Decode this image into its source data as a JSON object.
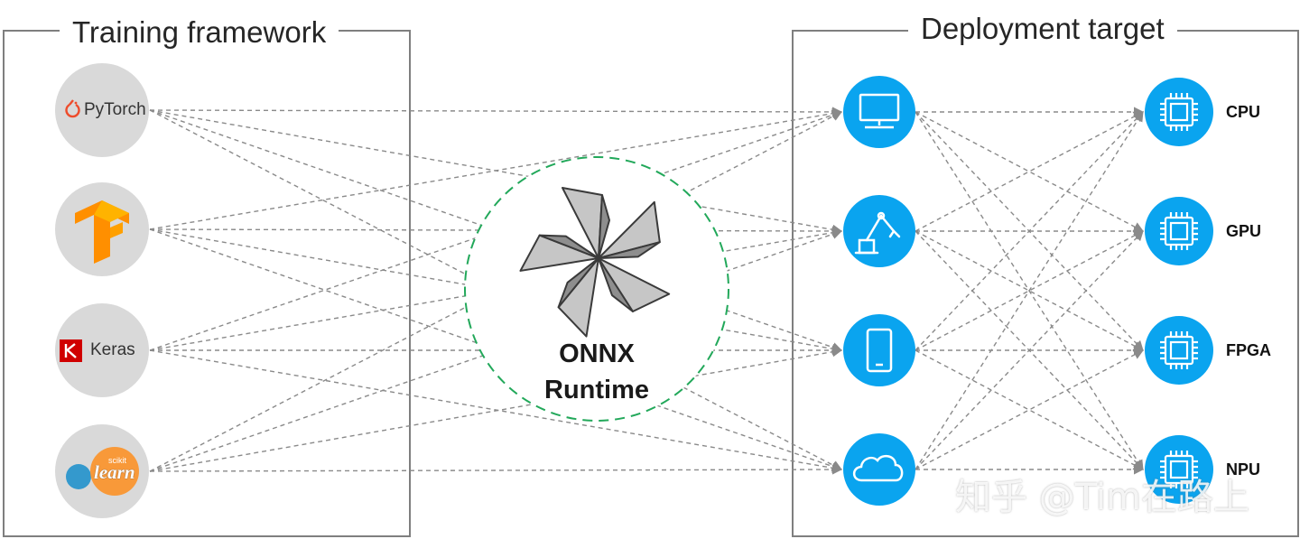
{
  "training": {
    "title": "Training framework",
    "frameworks": [
      {
        "label": "PyTorch",
        "icon": "pytorch-logo-icon"
      },
      {
        "label": "",
        "icon": "tensorflow-logo-icon"
      },
      {
        "label": "Keras",
        "icon": "keras-logo-icon"
      },
      {
        "label": "learn",
        "small": "scikit",
        "icon": "scikit-learn-logo-icon"
      }
    ]
  },
  "runtime": {
    "line1": "ONNX",
    "line2": "Runtime",
    "icon": "onnx-runtime-logo-icon"
  },
  "deployment": {
    "title": "Deployment target",
    "devices": [
      {
        "icon": "desktop-icon"
      },
      {
        "icon": "robot-arm-icon"
      },
      {
        "icon": "mobile-phone-icon"
      },
      {
        "icon": "cloud-icon"
      }
    ],
    "hardware": [
      "CPU",
      "GPU",
      "FPGA",
      "NPU"
    ]
  },
  "watermark": "知乎 @Tim在路上",
  "colors": {
    "accent": "#0aa4ef",
    "node_gray": "#d9d9d9",
    "dashed_circle": "#22a85a",
    "arrow": "#8a8a8a",
    "box": "#7f7f7f"
  }
}
